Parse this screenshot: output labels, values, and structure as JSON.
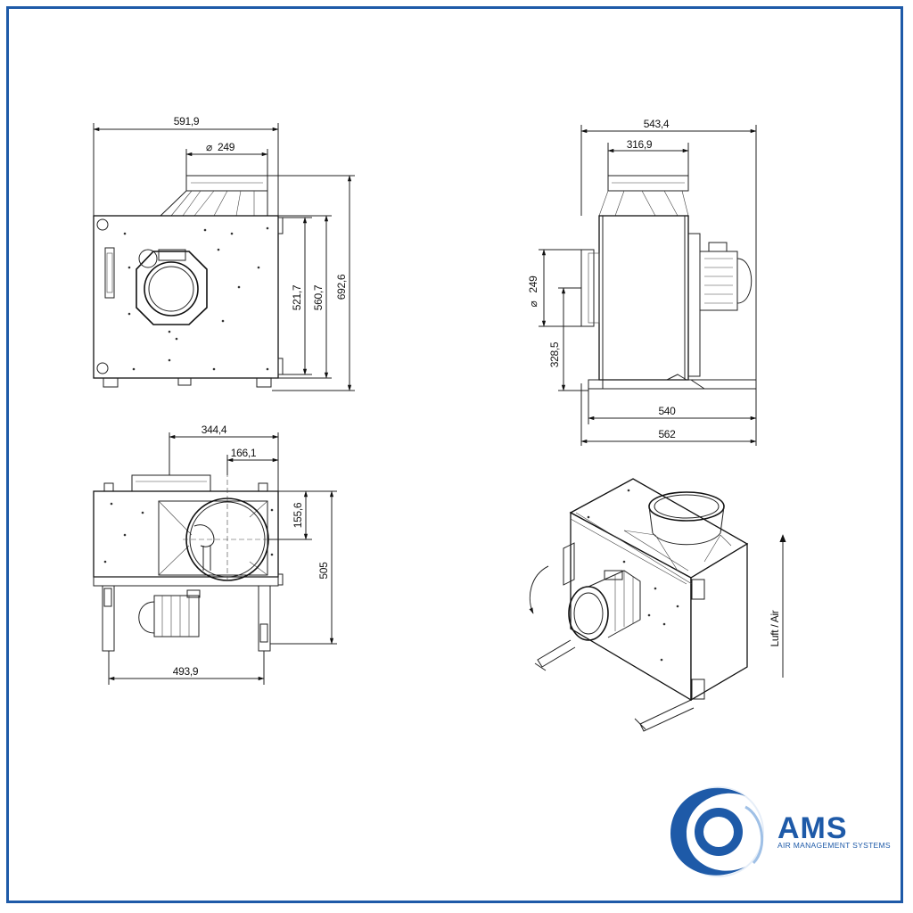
{
  "dimensions": {
    "front_width": "591,9",
    "front_outlet_diameter": "249",
    "front_height_1": "521,7",
    "front_height_2": "560,7",
    "front_height_total": "692,6",
    "side_width_total": "543,4",
    "side_outlet_width": "316,9",
    "side_inlet_diameter": "249",
    "side_inlet_height": "328,5",
    "side_base_540": "540",
    "side_base_562": "562",
    "top_offset_344": "344,4",
    "top_offset_166": "166,1",
    "top_offset_155": "155,6",
    "top_depth": "505",
    "top_width": "493,9"
  },
  "diameter_symbol": "⌀",
  "airflow_label": "Luft / Air",
  "logo": {
    "name": "AMS",
    "tagline": "AIR MANAGEMENT SYSTEMS",
    "color": "#1e5aa8"
  },
  "frame_color": "#1e5aa8"
}
